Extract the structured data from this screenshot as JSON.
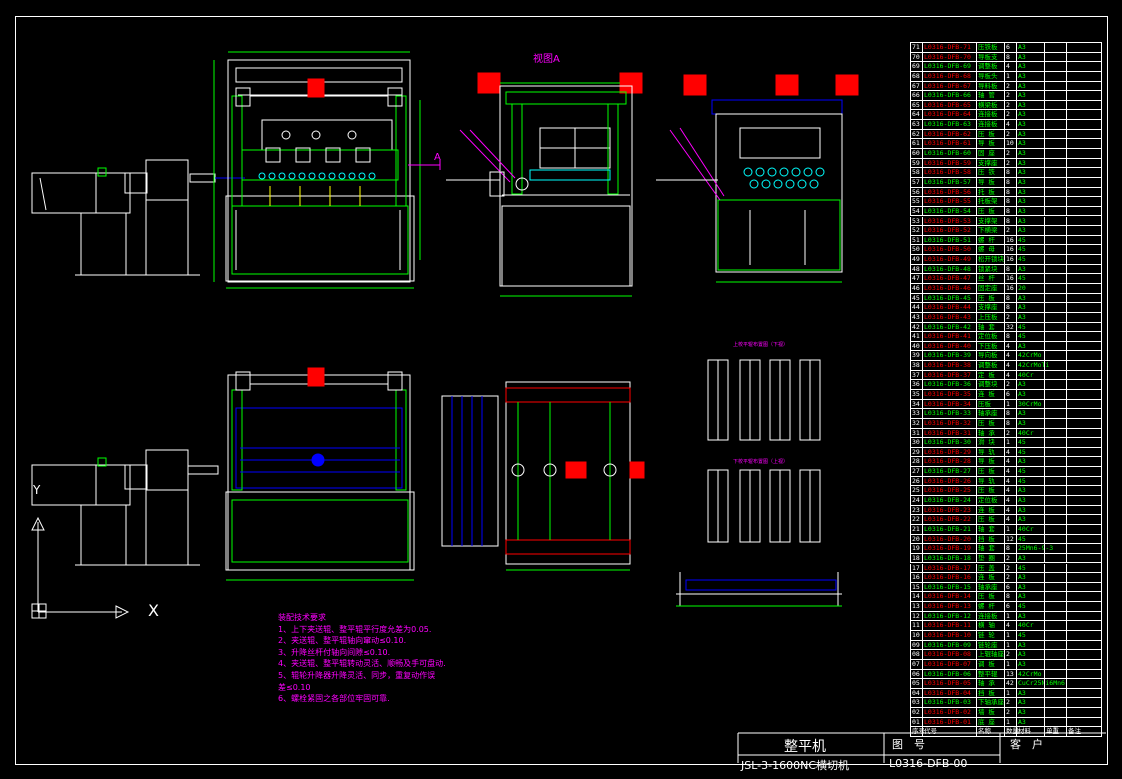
{
  "colors": {
    "background": "#000000",
    "frame": "#ffffff",
    "outline": "#ffffff",
    "machine_green": "#00ff00",
    "annotation_magenta": "#ff00ff",
    "blue": "#0000ff",
    "cyan": "#00ffff",
    "red": "#ff0000",
    "yellow": "#ffff00"
  },
  "view_labels": {
    "section_a_title": "视图A",
    "section_mark": "A",
    "axis_y": "Y",
    "axis_x": "X",
    "roller_diagram_top": "上校平辊布置图（下视）",
    "roller_diagram_bottom": "下校平辊布置图（上视）"
  },
  "notes": {
    "title": "装配技术要求",
    "items": [
      "1、上下夹送辊、整平辊平行度允差为0.05.",
      "2、夹送辊、整平辊轴向窜动≤0.10.",
      "3、升降丝杆付轴向间隙≤0.10.",
      "4、夹送辊、整平辊转动灵活、顺畅及手可盘动.",
      "5、辊轮升降器升降灵活、同步，重复动作误",
      "   差≤0.10",
      "6、螺栓紧固之各部位牢固可靠."
    ]
  },
  "title_block": {
    "machine_name": "整平机",
    "model": "JSL-3-1600NC横切机",
    "drawing_no_label": "图　号",
    "drawing_no": "L0316-DFB-00",
    "customer_label": "客　户"
  },
  "parts_table": {
    "header": [
      "序号",
      "代号",
      "名称",
      "数量",
      "材料",
      "单重",
      "备注"
    ],
    "rows": [
      [
        "71",
        "L0316-DFB-71",
        "压铁板",
        "6",
        "A3"
      ],
      [
        "70",
        "L0316-DFB-70",
        "导板支",
        "8",
        "A3"
      ],
      [
        "69",
        "L0316-DFB-69",
        "调整板",
        "4",
        "A3"
      ],
      [
        "68",
        "L0316-DFB-68",
        "导板头",
        "1",
        "A3"
      ],
      [
        "67",
        "L0316-DFB-67",
        "导料板",
        "2",
        "A3"
      ],
      [
        "66",
        "L0316-DFB-66",
        "轴 管",
        "2",
        "A3"
      ],
      [
        "65",
        "L0316-DFB-65",
        "横梁板",
        "2",
        "A3"
      ],
      [
        "64",
        "L0316-DFB-64",
        "连接板",
        "2",
        "A3"
      ],
      [
        "63",
        "L0316-DFB-63",
        "连接板",
        "4",
        "A3"
      ],
      [
        "62",
        "L0316-DFB-62",
        "压 板",
        "2",
        "A3"
      ],
      [
        "61",
        "L0316-DFB-61",
        "导 板",
        "10",
        "A3"
      ],
      [
        "60",
        "L0316-DFB-60",
        "固 座",
        "2",
        "A3"
      ],
      [
        "59",
        "L0316-DFB-59",
        "支撑座",
        "2",
        "A3"
      ],
      [
        "58",
        "L0316-DFB-58",
        "压 铁",
        "8",
        "A3"
      ],
      [
        "57",
        "L0316-DFB-57",
        "导 板",
        "8",
        "A3"
      ],
      [
        "56",
        "L0316-DFB-56",
        "托 板",
        "8",
        "A3"
      ],
      [
        "55",
        "L0316-DFB-55",
        "托板架",
        "8",
        "A3"
      ],
      [
        "54",
        "L0316-DFB-54",
        "压 板",
        "8",
        "A3"
      ],
      [
        "53",
        "L0316-DFB-53",
        "支撑架",
        "8",
        "A3"
      ],
      [
        "52",
        "L0316-DFB-52",
        "下横梁",
        "2",
        "A3"
      ],
      [
        "51",
        "L0316-DFB-51",
        "螺 杆",
        "16",
        "45"
      ],
      [
        "50",
        "L0316-DFB-50",
        "螺 母",
        "16",
        "45"
      ],
      [
        "49",
        "L0316-DFB-49",
        "松开锁块",
        "16",
        "45"
      ],
      [
        "48",
        "L0316-DFB-48",
        "锁紧块",
        "8",
        "A3"
      ],
      [
        "47",
        "L0316-DFB-47",
        "丝 杆",
        "16",
        "45"
      ],
      [
        "46",
        "L0316-DFB-46",
        "固定座",
        "16",
        "20"
      ],
      [
        "45",
        "L0316-DFB-45",
        "压 板",
        "8",
        "A3"
      ],
      [
        "44",
        "L0316-DFB-44",
        "支撑座",
        "8",
        "A3"
      ],
      [
        "43",
        "L0316-DFB-43",
        "上压板",
        "2",
        "A3"
      ],
      [
        "42",
        "L0316-DFB-42",
        "轴 套",
        "32",
        "45"
      ],
      [
        "41",
        "L0316-DFB-41",
        "定位板",
        "8",
        "45"
      ],
      [
        "40",
        "L0316-DFB-40",
        "下压板",
        "4",
        "A3"
      ],
      [
        "39",
        "L0316-DFB-39",
        "导向板",
        "4",
        "42CrMo"
      ],
      [
        "38",
        "L0316-DFB-38",
        "调整板",
        "4",
        "42CrMoTi"
      ],
      [
        "37",
        "L0316-DFB-37",
        "定 板",
        "4",
        "40Cr"
      ],
      [
        "36",
        "L0316-DFB-36",
        "调整块",
        "2",
        "A3"
      ],
      [
        "35",
        "L0316-DFB-35",
        "连 板",
        "6",
        "A3"
      ],
      [
        "34",
        "L0316-DFB-34",
        "压板",
        "1",
        "30CrMo"
      ],
      [
        "33",
        "L0316-DFB-33",
        "轴承座",
        "8",
        "A3"
      ],
      [
        "32",
        "L0316-DFB-32",
        "压 板",
        "8",
        "A3"
      ],
      [
        "31",
        "L0316-DFB-31",
        "轴 承",
        "2",
        "40Cr"
      ],
      [
        "30",
        "L0316-DFB-30",
        "滑 块",
        "1",
        "45"
      ],
      [
        "29",
        "L0316-DFB-29",
        "导 轨",
        "4",
        "45"
      ],
      [
        "28",
        "L0316-DFB-28",
        "导 板",
        "4",
        "A3"
      ],
      [
        "27",
        "L0316-DFB-27",
        "压 板",
        "4",
        "45"
      ],
      [
        "26",
        "L0316-DFB-26",
        "导 轨",
        "4",
        "45"
      ],
      [
        "25",
        "L0316-DFB-25",
        "压 板",
        "4",
        "A3"
      ],
      [
        "24",
        "L0316-DFB-24",
        "定位板",
        "4",
        "A3"
      ],
      [
        "23",
        "L0316-DFB-23",
        "连 板",
        "4",
        "A3"
      ],
      [
        "22",
        "L0316-DFB-22",
        "压 板",
        "4",
        "A3"
      ],
      [
        "21",
        "L0316-DFB-21",
        "轴 套",
        "1",
        "40Cr"
      ],
      [
        "20",
        "L0316-DFB-20",
        "挡 板",
        "12",
        "45"
      ],
      [
        "19",
        "L0316-DFB-19",
        "轴 套",
        "8",
        "25Mn6-9-3"
      ],
      [
        "18",
        "L0316-DFB-18",
        "垫 圈",
        "2",
        "A3"
      ],
      [
        "17",
        "L0316-DFB-17",
        "压 盖",
        "2",
        "45"
      ],
      [
        "16",
        "L0316-DFB-16",
        "连 板",
        "2",
        "A3"
      ],
      [
        "15",
        "L0316-DFB-15",
        "轴承座",
        "6",
        "A3"
      ],
      [
        "14",
        "L0316-DFB-14",
        "压 板",
        "8",
        "A3"
      ],
      [
        "13",
        "L0316-DFB-13",
        "螺 杆",
        "6",
        "45"
      ],
      [
        "12",
        "L0316-DFB-12",
        "连接板",
        "1",
        "A3"
      ],
      [
        "11",
        "L0316-DFB-11",
        "横 轴",
        "4",
        "40Cr"
      ],
      [
        "10",
        "L0316-DFB-10",
        "链 轮",
        "1",
        "45"
      ],
      [
        "09",
        "L0316-DFB-09",
        "链轮座",
        "1",
        "A3"
      ],
      [
        "08",
        "L0316-DFB-08",
        "上辊轴座",
        "2",
        "A3"
      ],
      [
        "07",
        "L0316-DFB-07",
        "调 板",
        "1",
        "A3"
      ],
      [
        "06",
        "L0316-DFB-06",
        "整平辊",
        "13",
        "42CrMo"
      ],
      [
        "05",
        "L0316-DFB-05",
        "轴 承",
        "42",
        "CuCr25Ni6Mn6"
      ],
      [
        "04",
        "L0316-DFB-04",
        "挡 板",
        "1",
        "A3"
      ],
      [
        "03",
        "L0316-DFB-03",
        "下轴承座",
        "2",
        "A3"
      ],
      [
        "02",
        "L0316-DFB-02",
        "墙 板",
        "2",
        "A3"
      ],
      [
        "01",
        "L0316-DFB-01",
        "底 座",
        "1",
        "A3"
      ]
    ]
  }
}
